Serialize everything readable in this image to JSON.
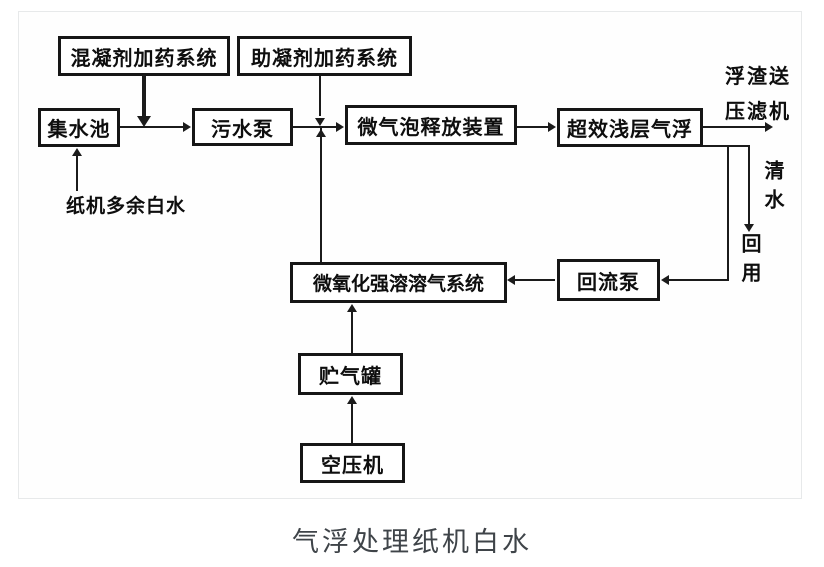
{
  "caption": "气浮处理纸机白水",
  "diagram": {
    "nodes": [
      {
        "id": "coagulant-dosing",
        "label": "混凝剂加药系统"
      },
      {
        "id": "coagulant-aid-dosing",
        "label": "助凝剂加药系统"
      },
      {
        "id": "collection-tank",
        "label": "集水池"
      },
      {
        "id": "sewage-pump",
        "label": "污水泵"
      },
      {
        "id": "microbubble-release-device",
        "label": "微气泡释放装置"
      },
      {
        "id": "shallow-air-flotation",
        "label": "超效浅层气浮"
      },
      {
        "id": "micro-oxidation-dissolved-air-system",
        "label": "微氧化强溶溶气系统"
      },
      {
        "id": "reflux-pump",
        "label": "回流泵"
      },
      {
        "id": "gas-storage-tank",
        "label": "贮气罐"
      },
      {
        "id": "air-compressor",
        "label": "空压机"
      }
    ],
    "annotations": {
      "influent": "纸机多余白水",
      "scum_line1": "浮渣送",
      "scum_line2": "压滤机",
      "clear_water": "清水",
      "reuse": "回用"
    },
    "edges": [
      {
        "from": "纸机多余白水",
        "to": "集水池"
      },
      {
        "from": "混凝剂加药系统",
        "to": "集水池→污水泵管线"
      },
      {
        "from": "集水池",
        "to": "污水泵"
      },
      {
        "from": "助凝剂加药系统",
        "to": "污水泵→微气泡释放装置管线"
      },
      {
        "from": "污水泵",
        "to": "微气泡释放装置"
      },
      {
        "from": "微氧化强溶溶气系统",
        "to": "污水泵→微气泡释放装置管线"
      },
      {
        "from": "微气泡释放装置",
        "to": "超效浅层气浮"
      },
      {
        "from": "超效浅层气浮",
        "to": "压滤机",
        "label": "浮渣送压滤机"
      },
      {
        "from": "超效浅层气浮",
        "to": "清水回用",
        "label": "清水回用"
      },
      {
        "from": "超效浅层气浮",
        "to": "回流泵"
      },
      {
        "from": "回流泵",
        "to": "微氧化强溶溶气系统"
      },
      {
        "from": "贮气罐",
        "to": "微氧化强溶溶气系统"
      },
      {
        "from": "空压机",
        "to": "贮气罐"
      }
    ],
    "colors": {
      "line": "#1b1b1b",
      "box_border": "#161616",
      "caption_text": "#3f4449",
      "frame_border": "#e7e9ea"
    }
  }
}
